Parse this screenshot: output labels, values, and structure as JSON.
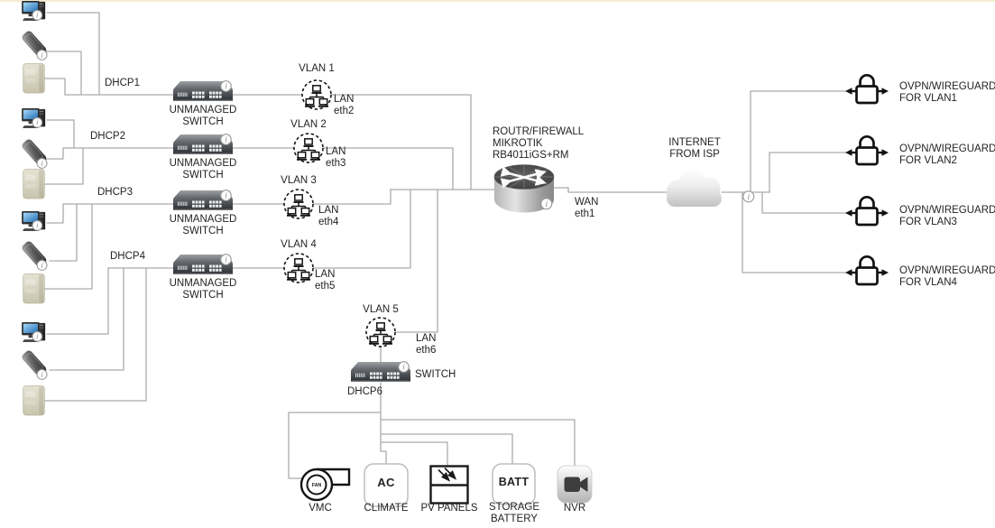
{
  "diagram": {
    "dhcp_labels": [
      "DHCP1",
      "DHCP2",
      "DHCP3",
      "DHCP4"
    ],
    "dhcp6_label": "DHCP6",
    "unmanaged_switch_label": [
      "UNMANAGED",
      "SWITCH"
    ],
    "switch5_label": "SWITCH",
    "vlans": [
      {
        "title": "VLAN 1",
        "port": [
          "LAN",
          "eth2"
        ]
      },
      {
        "title": "VLAN 2",
        "port": [
          "LAN",
          "eth3"
        ]
      },
      {
        "title": "VLAN 3",
        "port": [
          "LAN",
          "eth4"
        ]
      },
      {
        "title": "VLAN 4",
        "port": [
          "LAN",
          "eth5"
        ]
      },
      {
        "title": "VLAN 5",
        "port": [
          "LAN",
          "eth6"
        ]
      }
    ],
    "router": {
      "label": [
        "ROUTR/FIREWALL",
        "MIKROTIK",
        "RB4011iGS+RM"
      ],
      "wan": [
        "WAN",
        "eth1"
      ]
    },
    "internet": {
      "label": [
        "INTERNET",
        "FROM ISP"
      ]
    },
    "vpn": [
      {
        "label": [
          "OVPN/WIREGUARD",
          "FOR VLAN1"
        ]
      },
      {
        "label": [
          "OVPN/WIREGUARD",
          "FOR VLAN2"
        ]
      },
      {
        "label": [
          "OVPN/WIREGUARD",
          "FOR VLAN3"
        ]
      },
      {
        "label": [
          "OVPN/WIREGUARD",
          "FOR VLAN4"
        ]
      }
    ],
    "iot": {
      "vmc": {
        "label": "VMC",
        "icon_text": "FAN"
      },
      "climate": {
        "label": "CLIMATE",
        "icon_text": "AC"
      },
      "pv": {
        "label": "PV PANELS"
      },
      "battery": {
        "label": [
          "STORAGE",
          "BATTERY"
        ],
        "icon_text": "BATT"
      },
      "nvr": {
        "label": "NVR"
      }
    },
    "info_glyph": "i",
    "colors": {
      "connector": "#ababab",
      "page_edge": "#f5ecd3",
      "screen_blue": "#2f7cc4",
      "stroke_dark": "#1a1a1a"
    }
  }
}
